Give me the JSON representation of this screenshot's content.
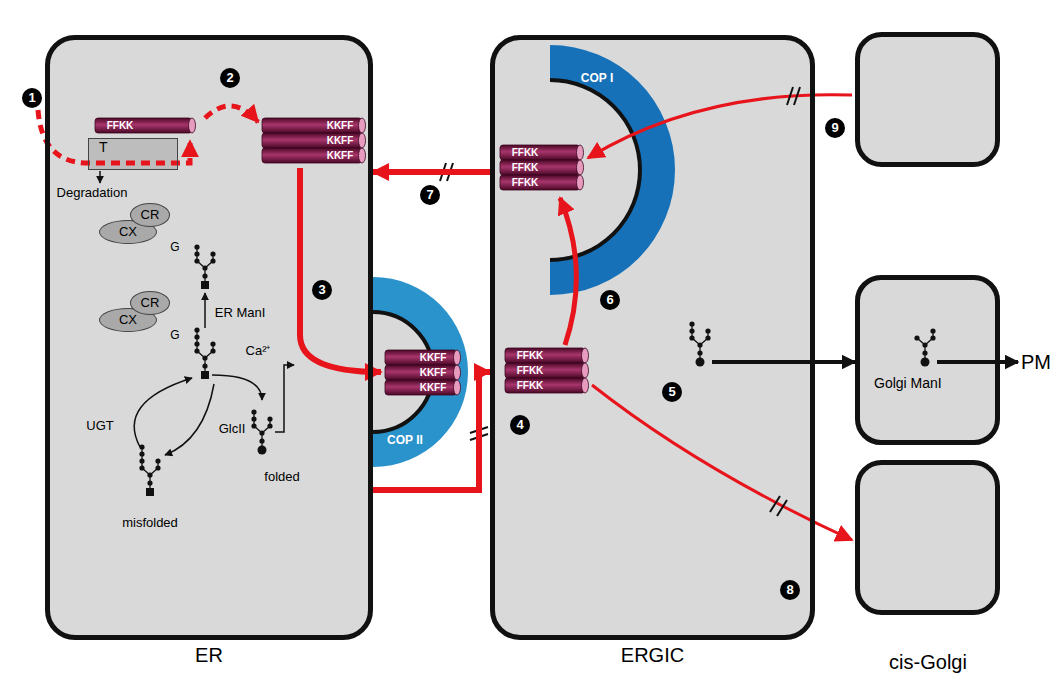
{
  "diagram": {
    "nodes": [
      {
        "text": [
          "ER"
        ]
      },
      {
        "text": [
          "T"
        ],
        "in": 0
      },
      {
        "text": [
          "CR"
        ],
        "in": 0
      },
      {
        "text": [
          "CX"
        ],
        "in": 0
      },
      {
        "text": [
          "CR"
        ],
        "in": 0
      },
      {
        "text": [
          "CX"
        ],
        "in": 0
      },
      {
        "text": [
          "ERGIC"
        ]
      },
      {
        "text": [
          "Golgi ManI"
        ]
      }
    ],
    "edges": [
      {
        "from": 0,
        "to": 6,
        "arrow": "to"
      },
      {
        "from": 6,
        "to": 0,
        "arrow": "to"
      },
      {
        "from": 6,
        "to": 7,
        "arrow": "to"
      }
    ],
    "labels": [
      "1",
      "2",
      "FFKK",
      "Degradation",
      "G",
      "ER ManI",
      "G",
      "Ca²⁺",
      "3",
      "UGT",
      "GlcII",
      "folded",
      "misfolded",
      "KKFF",
      "KKFF",
      "KKFF",
      "KKFF",
      "KKFF",
      "KKFF",
      "COP II",
      "4",
      "FFKK",
      "FFKK",
      "FFKK",
      "5",
      "6",
      "7",
      "FFKK",
      "FFKK",
      "FFKK",
      "COP I",
      "8",
      "9",
      "PM",
      "cis-Golgi"
    ]
  }
}
